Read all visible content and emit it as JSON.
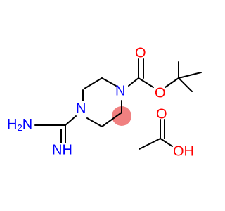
{
  "molecule": {
    "atoms": [
      {
        "id": "n1",
        "text": "N",
        "role": "piperazine-nitrogen-left"
      },
      {
        "id": "n4",
        "text": "N",
        "role": "piperazine-nitrogen-right"
      },
      {
        "id": "nh2",
        "text": "H",
        "sub": "2",
        "suffix": "N",
        "role": "amino-group"
      },
      {
        "id": "nh",
        "text": "NH",
        "role": "imino-group"
      },
      {
        "id": "o_carbonyl",
        "text": "O",
        "role": "carbamate-carbonyl-oxygen"
      },
      {
        "id": "o_ester",
        "text": "O",
        "role": "carbamate-ester-oxygen"
      },
      {
        "id": "o_acid_carbonyl",
        "text": "O",
        "role": "acetic-acid-carbonyl-oxygen"
      },
      {
        "id": "oh",
        "text": "OH",
        "role": "acetic-acid-hydroxyl"
      }
    ],
    "colors": {
      "nitrogen": "#0000ff",
      "oxygen": "#ff0000",
      "bond": "#000000",
      "highlight": "#f08080"
    }
  }
}
